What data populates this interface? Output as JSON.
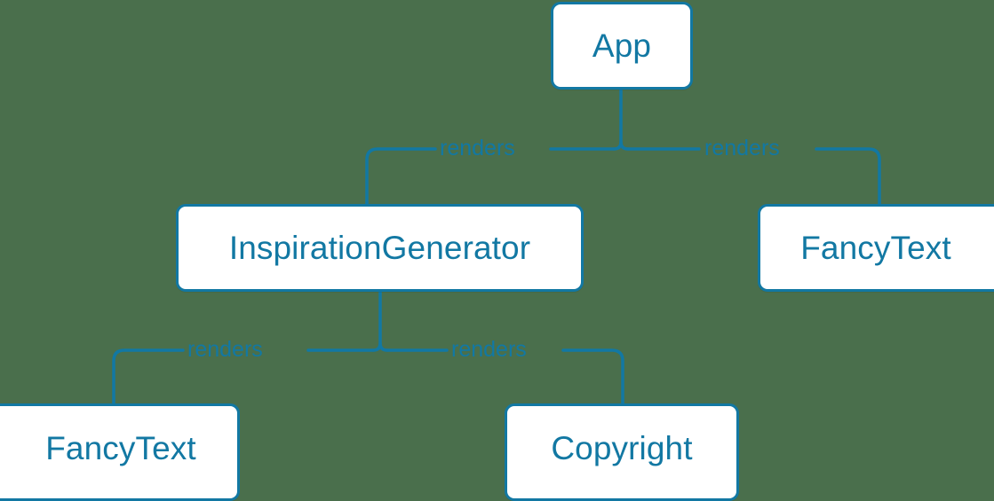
{
  "diagram": {
    "type": "component-render-tree",
    "background_color": "#4a6f4c",
    "node_fill": "#ffffff",
    "accent_color": "#1278a3",
    "nodes": [
      {
        "id": "app",
        "label": "App"
      },
      {
        "id": "inspiration-generator",
        "label": "InspirationGenerator"
      },
      {
        "id": "fancytext-right",
        "label": "FancyText"
      },
      {
        "id": "fancytext-bottom",
        "label": "FancyText"
      },
      {
        "id": "copyright",
        "label": "Copyright"
      }
    ],
    "edges": [
      {
        "id": "app-inspiration",
        "from": "app",
        "to": "inspiration-generator",
        "label": "renders"
      },
      {
        "id": "app-fancytext",
        "from": "app",
        "to": "fancytext-right",
        "label": "renders"
      },
      {
        "id": "ig-fancytext",
        "from": "inspiration-generator",
        "to": "fancytext-bottom",
        "label": "renders"
      },
      {
        "id": "ig-copyright",
        "from": "inspiration-generator",
        "to": "copyright",
        "label": "renders"
      }
    ]
  }
}
